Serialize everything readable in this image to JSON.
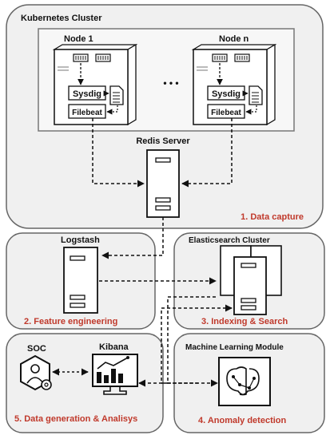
{
  "cluster": {
    "title": "Kubernetes Cluster",
    "node1_label": "Node 1",
    "noden_label": "Node n",
    "ellipsis": "• • •",
    "sysdig_label": "Sysdig",
    "filebeat_label": "Filebeat",
    "redis_label": "Redis Server",
    "stage_label": "1. Data capture"
  },
  "logstash": {
    "title": "Logstash",
    "stage_label": "2. Feature engineering"
  },
  "elastic": {
    "title": "Elasticsearch Cluster",
    "stage_label": "3. Indexing & Search"
  },
  "soc": {
    "soc_label": "SOC",
    "kibana_label": "Kibana",
    "stage_label": "5. Data generation & Analisys"
  },
  "ml": {
    "title": "Machine Learning Module",
    "stage_label": "4. Anomaly detection"
  },
  "colors": {
    "stage_label": "#c0392b",
    "box_bg": "#f0f0f0",
    "stroke": "#555555"
  }
}
